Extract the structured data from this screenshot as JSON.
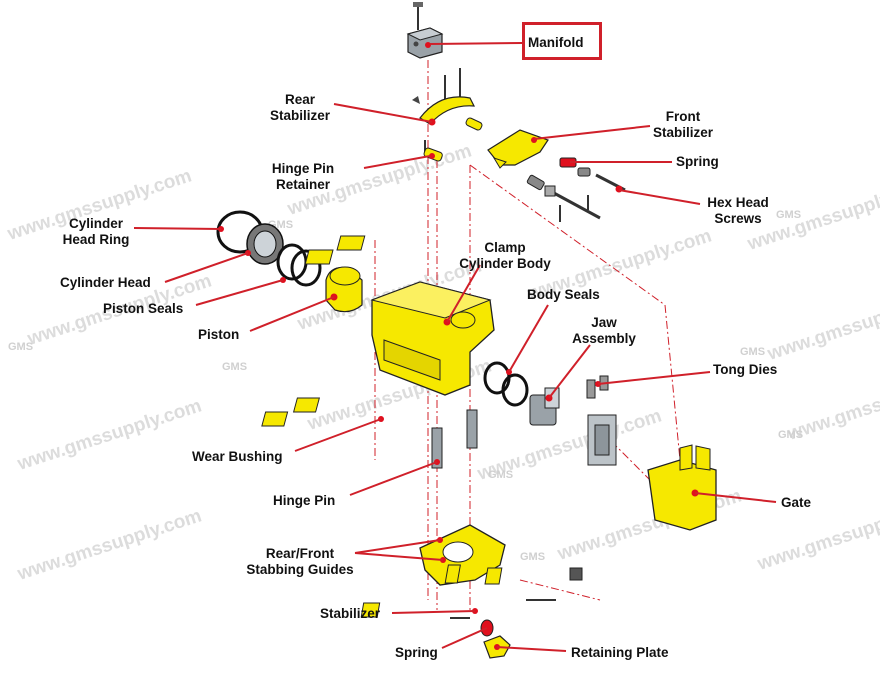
{
  "labels": {
    "manifold": "Manifold",
    "rear_stabilizer": [
      "Rear",
      "Stabilizer"
    ],
    "front_stabilizer": [
      "Front",
      "Stabilizer"
    ],
    "hinge_pin_retainer": [
      "Hinge Pin",
      "Retainer"
    ],
    "spring_top": "Spring",
    "hex_head_screws": [
      "Hex Head",
      "Screws"
    ],
    "cylinder_head_ring": [
      "Cylinder",
      "Head Ring"
    ],
    "clamp_cylinder_body": [
      "Clamp",
      "Cylinder Body"
    ],
    "cylinder_head": "Cylinder Head",
    "piston_seals": "Piston Seals",
    "body_seals": "Body Seals",
    "jaw_assembly": [
      "Jaw",
      "Assembly"
    ],
    "piston": "Piston",
    "tong_dies": "Tong Dies",
    "wear_bushing": "Wear Bushing",
    "hinge_pin": "Hinge Pin",
    "gate": "Gate",
    "stabbing_guides": [
      "Rear/Front",
      "Stabbing Guides"
    ],
    "stabilizer_bottom": "Stabilizer",
    "spring_bottom": "Spring",
    "retaining_plate": "Retaining Plate"
  },
  "watermark": {
    "text": "www.gmssupply.com",
    "logo": "GMS"
  },
  "colors": {
    "part_fill": "#f6e800",
    "part_outline": "#222222",
    "leader_line": "#d0202a",
    "dot": "#e0101e",
    "highlight_box": "#d0202a",
    "metal": "#9aa2a8"
  }
}
